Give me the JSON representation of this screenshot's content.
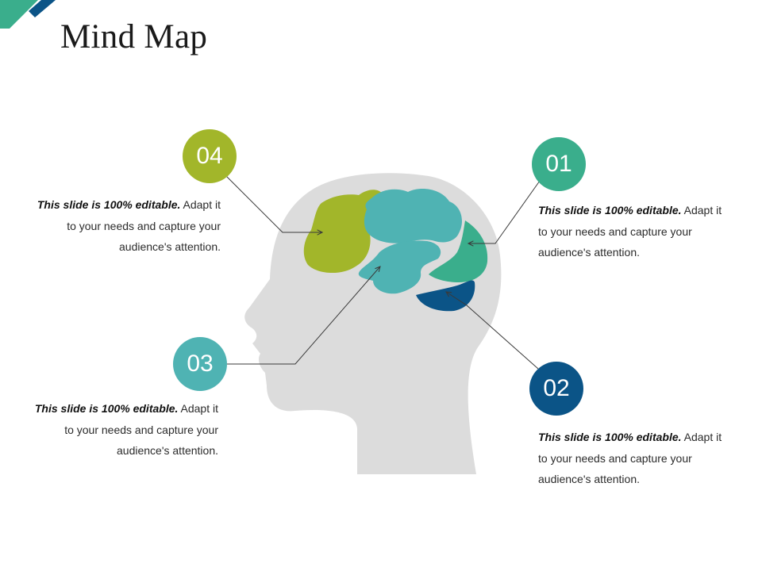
{
  "slide": {
    "title": "Mind Map"
  },
  "colors": {
    "head": "#dcdcdc",
    "leader_line": "#3a3a3a",
    "point_04": "#a2b62a",
    "point_03": "#4fb3b3",
    "point_01": "#3aae8c",
    "point_02": "#0b5487",
    "corner_green": "#3aae8c",
    "corner_blue": "#0b5487"
  },
  "points": [
    {
      "number": "04",
      "bold": "This slide is 100% editable.",
      "text": " Adapt it to your needs and capture your audience's attention."
    },
    {
      "number": "03",
      "bold": "This slide is 100% editable.",
      "text": " Adapt it to your needs and capture your audience's attention."
    },
    {
      "number": "01",
      "bold": "This slide is 100% editable.",
      "text": " Adapt it to your needs and capture your audience's attention."
    },
    {
      "number": "02",
      "bold": "This slide is 100% editable.",
      "text": " Adapt it to your needs and capture your audience's attention."
    }
  ]
}
